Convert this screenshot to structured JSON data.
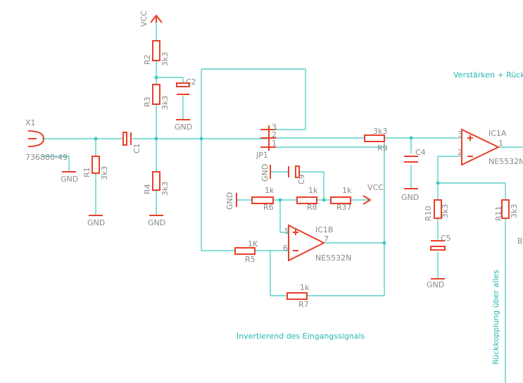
{
  "notes": {
    "amp": "Verstärken + Rück",
    "invert": "Invertierend des Eingangssignals",
    "feedback": "Rückkopplung über alles"
  },
  "labels": {
    "vcc": "VCC",
    "gnd": "GND",
    "x1": "X1",
    "x1_value": "736880-49",
    "r1": "R1",
    "r1_val": "3k3",
    "r2": "R2",
    "r2_val": "3k3",
    "r3": "R3",
    "r3_val": "3k3",
    "r4": "R4",
    "r4_val": "3k3",
    "r5": "R5",
    "r5_val": "1K",
    "r6": "R6",
    "r6_val": "1k",
    "r7": "R7",
    "r7_val": "1k",
    "r8": "R8",
    "r8_val": "1k",
    "r37": "R37",
    "r37_val": "1k",
    "r9": "R9",
    "r9_val": "3k3",
    "r10": "R10",
    "r10_val": "3k3",
    "r11": "R11",
    "r11_val": "3k3",
    "c1": "C1",
    "c2": "C2",
    "c4": "C4",
    "c5": "C5",
    "c9": "C9",
    "jp1": "JP1",
    "jp_pin1": "1",
    "jp_pin2": "2",
    "jp_pin3": "3",
    "ic1a": "IC1A",
    "ic1a_part": "NE5532N",
    "ic1b": "IC1B",
    "ic1b_part": "NE5532N",
    "pin1": "1",
    "pin2": "2",
    "pin3": "3",
    "pin5": "5",
    "pin6": "6",
    "pin7": "7",
    "edge_b": "B"
  },
  "colors": {
    "wire": "#3ec8c0",
    "part": "#e8402a",
    "label": "#8a8a8a",
    "note": "#25b7b0"
  }
}
